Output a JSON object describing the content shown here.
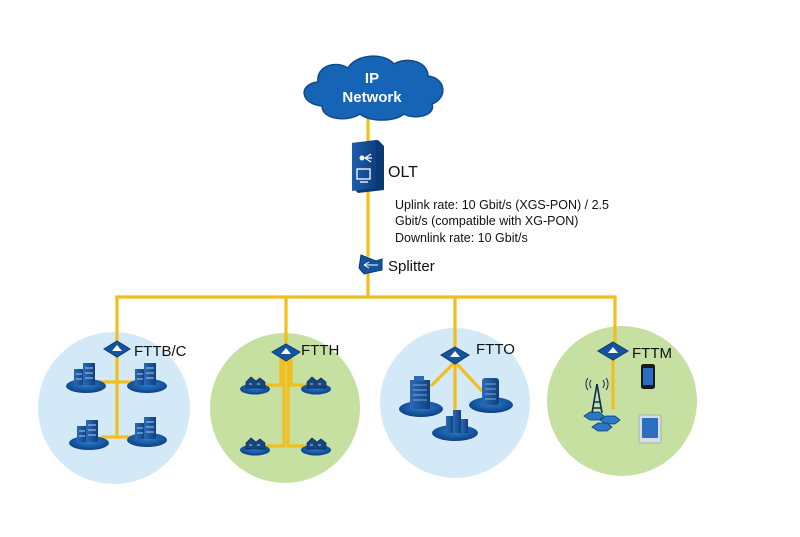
{
  "colors": {
    "link": "#f2be1c",
    "cloud": "#1664b6",
    "cloud_edge": "#0d4a8c",
    "device": "#14549e",
    "device_dark": "#0b3a73",
    "circle_blue": "#d4e9f7",
    "circle_green": "#c6e0a2"
  },
  "cloud": {
    "line1": "IP",
    "line2": "Network",
    "icon": "cloud-icon"
  },
  "olt": {
    "label": "OLT",
    "icon": "olt-chassis-icon"
  },
  "rates": {
    "line1": "Uplink rate: 10 Gbit/s (XGS-PON) / 2.5",
    "line2": "Gbit/s (compatible with XG-PON)",
    "line3": "Downlink rate: 10 Gbit/s"
  },
  "splitter": {
    "label": "Splitter",
    "icon": "splitter-icon"
  },
  "scenarios": [
    {
      "label": "FTTB/C",
      "theme": "blue",
      "icon": "ont-icon",
      "endpoints": "4 buildings"
    },
    {
      "label": "FTTH",
      "theme": "green",
      "icon": "ont-icon",
      "endpoints": "4 homes"
    },
    {
      "label": "FTTO",
      "theme": "blue",
      "icon": "ont-icon",
      "endpoints": "3 office buildings"
    },
    {
      "label": "FTTM",
      "theme": "green",
      "icon": "ont-icon",
      "endpoints": "cell tower, phone, tablet"
    }
  ]
}
